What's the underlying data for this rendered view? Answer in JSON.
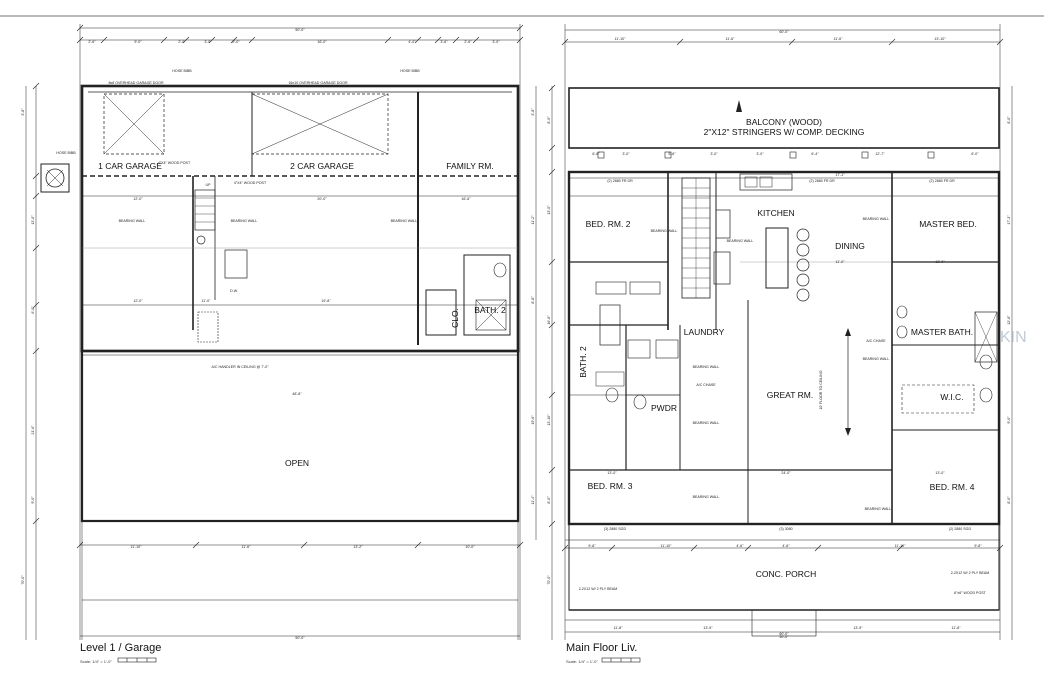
{
  "plans": {
    "level1": {
      "caption": "Level 1 / Garage",
      "scale": "Scale: 1/4\" = 1'-0\"",
      "rooms": {
        "car1": "1 CAR GARAGE",
        "car2": "2 CAR GARAGE",
        "family": "FAMILY RM.",
        "clo": "CLO.",
        "bath": "BATH. 2",
        "open": "OPEN"
      },
      "notes": {
        "door1": "8x8 OVERHEAD GARAGE DOOR",
        "door2": "16x10 OVERHEAD GARAGE DOOR",
        "hose1": "HOSE BIBB",
        "hose2": "HOSE BIBB",
        "hose3": "HOSE BIBB",
        "post1": "4\"X4\" WOOD POST",
        "post2": "4\"X4\" WOOD POST",
        "bearing1": "BEARING WALL",
        "bearing2": "BEARING WALL",
        "bearing3": "BEARING WALL",
        "ac": "A/C HANDLER IN CEILING @ 7'-0\"",
        "up": "UP",
        "dw": "D.W."
      },
      "dims": {
        "top_total": "50'-0\"",
        "bottom_total": "50'-0\"",
        "open_width": "48'-8\"",
        "top": [
          "2'-6\"",
          "9'-0\"",
          "2'-0\"",
          "3'-0\"",
          "2'-0\"",
          "16'-0\"",
          "4'-0\"",
          "3'-6\"",
          "2'-6\"",
          "3'-0\""
        ],
        "row2": [
          "12'-0\"",
          "20'-0\"",
          "16'-6\""
        ],
        "row3": [
          "12'-0\"",
          "11'-0\"",
          "19'-8\""
        ],
        "porch": [
          "11'-10\"",
          "11'-6\"",
          "13'-2\"",
          "10'-0\""
        ],
        "left": [
          "3'-8\"",
          "13'-0\"",
          "6'-0\"",
          "21'-6\"",
          "9'-0\"",
          "70'-0\""
        ],
        "right": [
          "3'-8\"",
          "11'-2\"",
          "8'-8\"",
          "19'-6\"",
          "11'-4\""
        ]
      }
    },
    "main": {
      "caption": "Main Floor Liv.",
      "scale": "Scale: 1/4\" = 1'-0\"",
      "balcony": [
        "BALCONY (WOOD)",
        "2\"X12\" STRINGERS W/ COMP. DECKING"
      ],
      "rooms": {
        "kitchen": "KITCHEN",
        "dining": "DINING",
        "master": "MASTER BED.",
        "bed2": "BED. RM. 2",
        "laundry": "LAUNDRY",
        "master_bath": "MASTER BATH.",
        "bath2": "BATH. 2",
        "great": "GREAT RM.",
        "wic": "W.I.C.",
        "pwdr": "PWDR",
        "bed3": "BED. RM. 3",
        "bed4": "BED. RM. 4",
        "porch": "CONC. PORCH"
      },
      "notes": {
        "door_master": "(2) 2880 FR DR",
        "door_bed2": "(2) 2880 FR DR",
        "door_kitchen": "(2) 2880 FR DR",
        "bearing1": "BEARING WALL",
        "bearing2": "BEARING WALL",
        "bearing3": "BEARING WALL",
        "bearing4": "BEARING WALL",
        "bearing5": "BEARING WALL",
        "bearing6": "BEARING WALL",
        "bearing7": "BEARING WALL",
        "bearing8": "BEARING WALL",
        "ac1": "A/C CHASE",
        "ac2": "A/C CHASE",
        "ceiling": "10' FLOOR TO CEILING",
        "beam1": "2-2X12 W/ 2 PLY BEAM",
        "beam2": "2-2X12 W/ 2 PLY BEAM",
        "post": "6\"x6\" WOOD POST",
        "sw1": "(3) 2880 SGD",
        "sw2": "(3) 3080",
        "sw3": "(2) 2880 SGD"
      },
      "dims": {
        "top_total": "60'-0\"",
        "bottom_total": "60'-0\"",
        "top": [
          "11'-10\"",
          "11'-6\"",
          "11'-6\"",
          "13'-10\""
        ],
        "row2": [
          "6'-8\"",
          "3'-0\"",
          "5'-6\"",
          "3'-0\"",
          "3'-0\"",
          "6'-4\"",
          "12'-7\"",
          "6'-0\""
        ],
        "porch": [
          "9'-8\"",
          "11'-10\"",
          "4'-6\"",
          "4'-6\"",
          "11'-10\"",
          "9'-8\""
        ],
        "bottom": [
          "11'-8\"",
          "13'-9\"",
          "13'-9\"",
          "11'-8\""
        ],
        "inner": [
          "13'-0\"",
          "24'-0\"",
          "13'-0\"",
          "17'-1\"",
          "11'-0\"",
          "12'-0\""
        ],
        "left": [
          "8'-0\"",
          "13'-0\"",
          "16'-6\"",
          "13'-10\"",
          "8'-0\"",
          "70'-0\""
        ],
        "right": [
          "8'-0\"",
          "17'-3\"",
          "13'-8\"",
          "9'-0\"",
          "8'-0\""
        ],
        "center": "30'-0\""
      }
    }
  },
  "watermark": "KIN"
}
